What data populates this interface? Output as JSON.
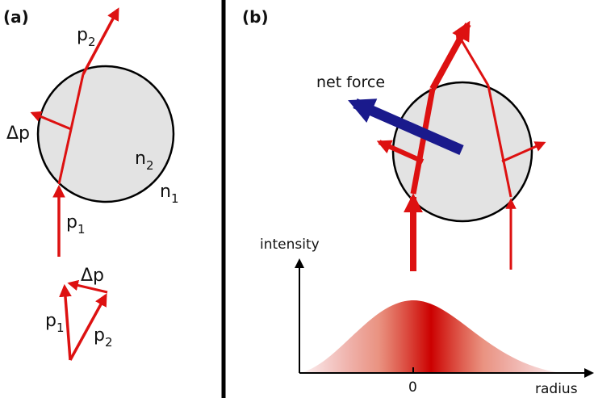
{
  "panel_a": {
    "label": "(a)",
    "p1": "p",
    "p1_sub": "1",
    "p2": "p",
    "p2_sub": "2",
    "dp": "Δp",
    "n1": "n",
    "n1_sub": "1",
    "n2": "n",
    "n2_sub": "2",
    "vec_p1": "p",
    "vec_p1_sub": "1",
    "vec_p2": "p",
    "vec_p2_sub": "2",
    "vec_dp": "Δp"
  },
  "panel_b": {
    "label": "(b)",
    "net_force": "net force",
    "y_label": "intensity",
    "x_label": "radius",
    "zero": "0"
  },
  "colors": {
    "ray": "#dd1111",
    "force": "#1a1a8c",
    "sphere": "#e3e3e3",
    "outline": "#000000"
  }
}
